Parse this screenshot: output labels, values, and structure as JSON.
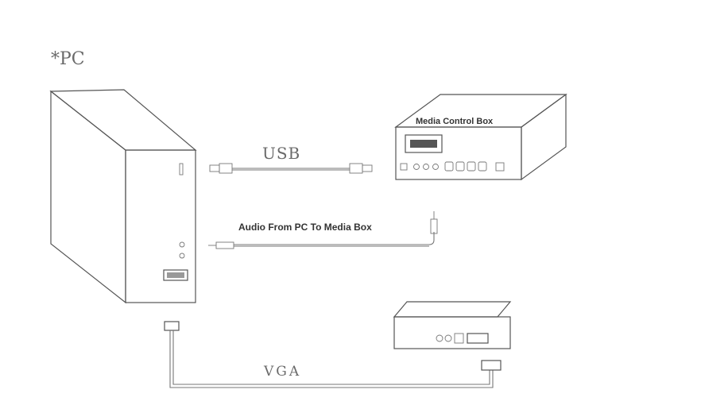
{
  "labels": {
    "pc_title": "*PC",
    "media_box_title": "Media Control Box",
    "usb_cable": "USB",
    "audio_cable": "Audio From PC To Media Box",
    "vga_cable": "VGA"
  },
  "colors": {
    "line": "#555555",
    "text_serif": "#6a6a6a",
    "text_sans": "#333333",
    "background": "#ffffff"
  }
}
